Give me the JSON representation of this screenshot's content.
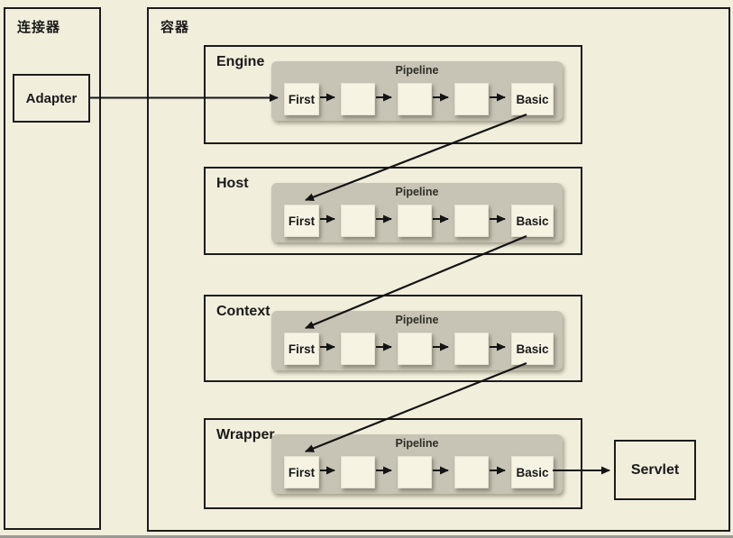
{
  "connector": {
    "label": "连接器",
    "adapter_label": "Adapter"
  },
  "container": {
    "label": "容器",
    "components": [
      {
        "label": "Engine",
        "pipeline_label": "Pipeline",
        "valves": [
          "First",
          "",
          "",
          "",
          "Basic"
        ]
      },
      {
        "label": "Host",
        "pipeline_label": "Pipeline",
        "valves": [
          "First",
          "",
          "",
          "",
          "Basic"
        ]
      },
      {
        "label": "Context",
        "pipeline_label": "Pipeline",
        "valves": [
          "First",
          "",
          "",
          "",
          "Basic"
        ]
      },
      {
        "label": "Wrapper",
        "pipeline_label": "Pipeline",
        "valves": [
          "First",
          "",
          "",
          "",
          "Basic"
        ]
      }
    ],
    "servlet_label": "Servlet"
  },
  "colors": {
    "background": "#f1eedc",
    "pipeline_bg": "#c8c4b5",
    "valve_bg": "#f6f3e3",
    "border": "#1c1c1c",
    "arrow": "#141414",
    "text": "#1a1a1a",
    "pipeline_text": "#2e2e28",
    "bottom_edge": "#9a9a93"
  }
}
